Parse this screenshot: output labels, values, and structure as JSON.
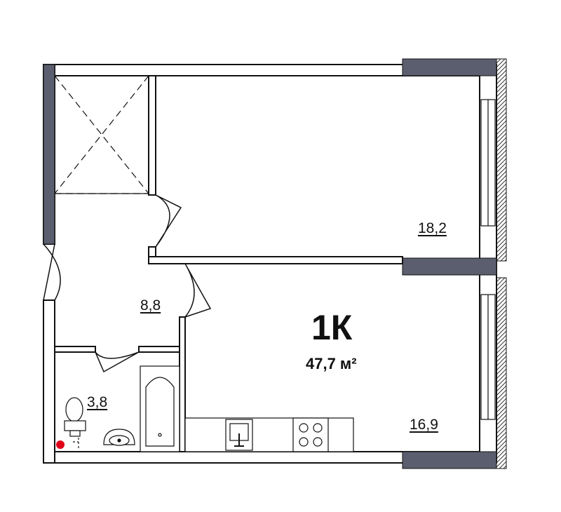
{
  "plan": {
    "type_label": "1К",
    "total_area": "47,7 м²",
    "rooms": {
      "living_room": "18,2",
      "hallway": "8,8",
      "bathroom": "3,8",
      "kitchen": "16,9"
    },
    "colors": {
      "wall": "#111111",
      "column": "#5b5e6e",
      "background": "#ffffff",
      "marker": "#e0001a"
    }
  }
}
